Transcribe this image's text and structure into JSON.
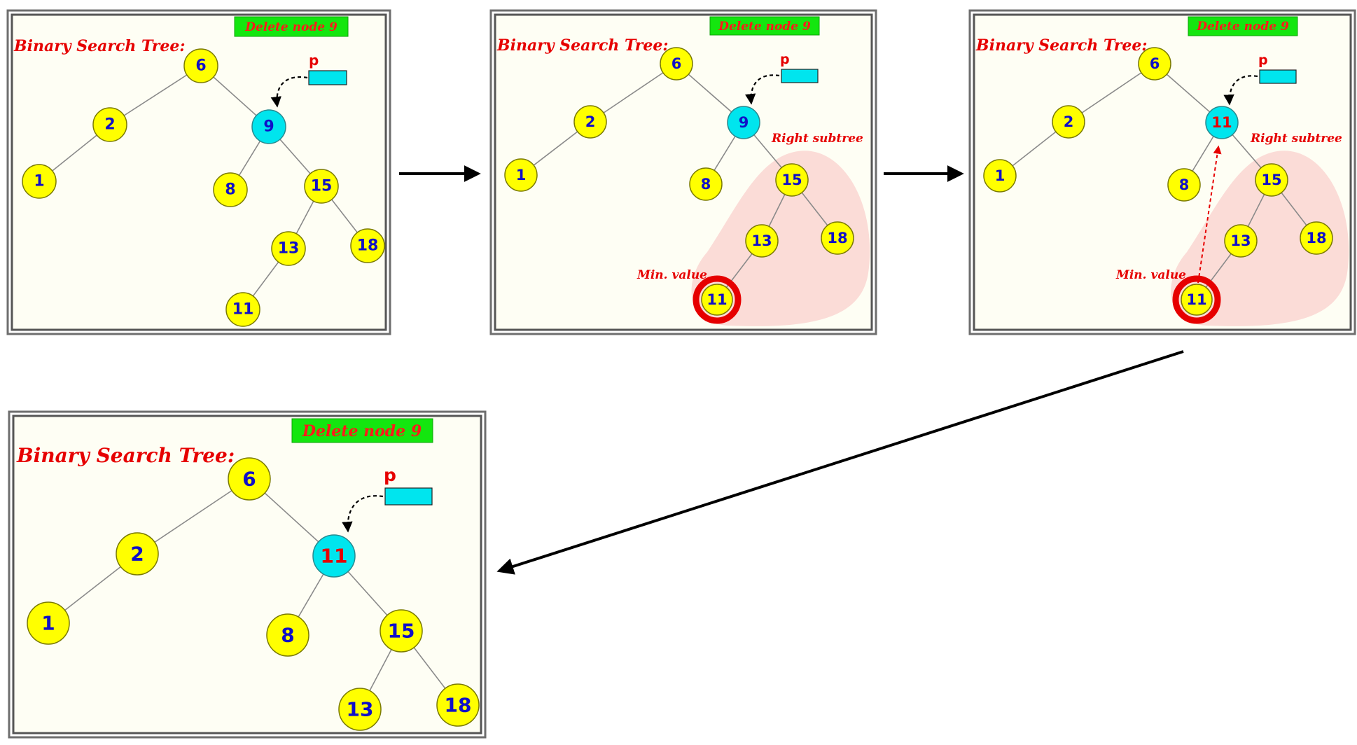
{
  "panels": [
    {
      "id": "step1",
      "title": "Binary Search Tree:",
      "badge": "Delete node 9",
      "pointer_label": "p",
      "nodes": [
        {
          "key": "n6",
          "text": "6"
        },
        {
          "key": "n2",
          "text": "2"
        },
        {
          "key": "n9",
          "text": "9"
        },
        {
          "key": "n1",
          "text": "1"
        },
        {
          "key": "n8",
          "text": "8"
        },
        {
          "key": "n15",
          "text": "15"
        },
        {
          "key": "n13",
          "text": "13"
        },
        {
          "key": "n18",
          "text": "18"
        },
        {
          "key": "n11",
          "text": "11"
        }
      ]
    },
    {
      "id": "step2",
      "title": "Binary Search Tree:",
      "badge": "Delete node 9",
      "pointer_label": "p",
      "right_subtree_label": "Right subtree",
      "min_value_label": "Min. value",
      "nodes": [
        {
          "key": "n6",
          "text": "6"
        },
        {
          "key": "n2",
          "text": "2"
        },
        {
          "key": "n9",
          "text": "9"
        },
        {
          "key": "n1",
          "text": "1"
        },
        {
          "key": "n8",
          "text": "8"
        },
        {
          "key": "n15",
          "text": "15"
        },
        {
          "key": "n13",
          "text": "13"
        },
        {
          "key": "n18",
          "text": "18"
        },
        {
          "key": "n11",
          "text": "11"
        }
      ]
    },
    {
      "id": "step3",
      "title": "Binary Search Tree:",
      "badge": "Delete node 9",
      "pointer_label": "p",
      "right_subtree_label": "Right subtree",
      "min_value_label": "Min. value",
      "nodes": [
        {
          "key": "n6",
          "text": "6"
        },
        {
          "key": "n2",
          "text": "2"
        },
        {
          "key": "n9",
          "text": "11"
        },
        {
          "key": "n1",
          "text": "1"
        },
        {
          "key": "n8",
          "text": "8"
        },
        {
          "key": "n15",
          "text": "15"
        },
        {
          "key": "n13",
          "text": "13"
        },
        {
          "key": "n18",
          "text": "18"
        },
        {
          "key": "n11",
          "text": "11"
        }
      ]
    },
    {
      "id": "step4",
      "title": "Binary Search Tree:",
      "badge": "Delete node 9",
      "pointer_label": "p",
      "nodes": [
        {
          "key": "n6",
          "text": "6"
        },
        {
          "key": "n2",
          "text": "2"
        },
        {
          "key": "n9",
          "text": "11"
        },
        {
          "key": "n1",
          "text": "1"
        },
        {
          "key": "n8",
          "text": "8"
        },
        {
          "key": "n15",
          "text": "15"
        },
        {
          "key": "n13",
          "text": "13"
        },
        {
          "key": "n18",
          "text": "18"
        }
      ]
    }
  ],
  "colors": {
    "node_fill": "#ffff00",
    "target_fill": "#00e5ee",
    "number_color": "#1010c8",
    "replaced_number_color": "#e60000",
    "highlight_ring": "#e60000",
    "badge_fill": "#14e60f",
    "title_color": "#e60000"
  }
}
